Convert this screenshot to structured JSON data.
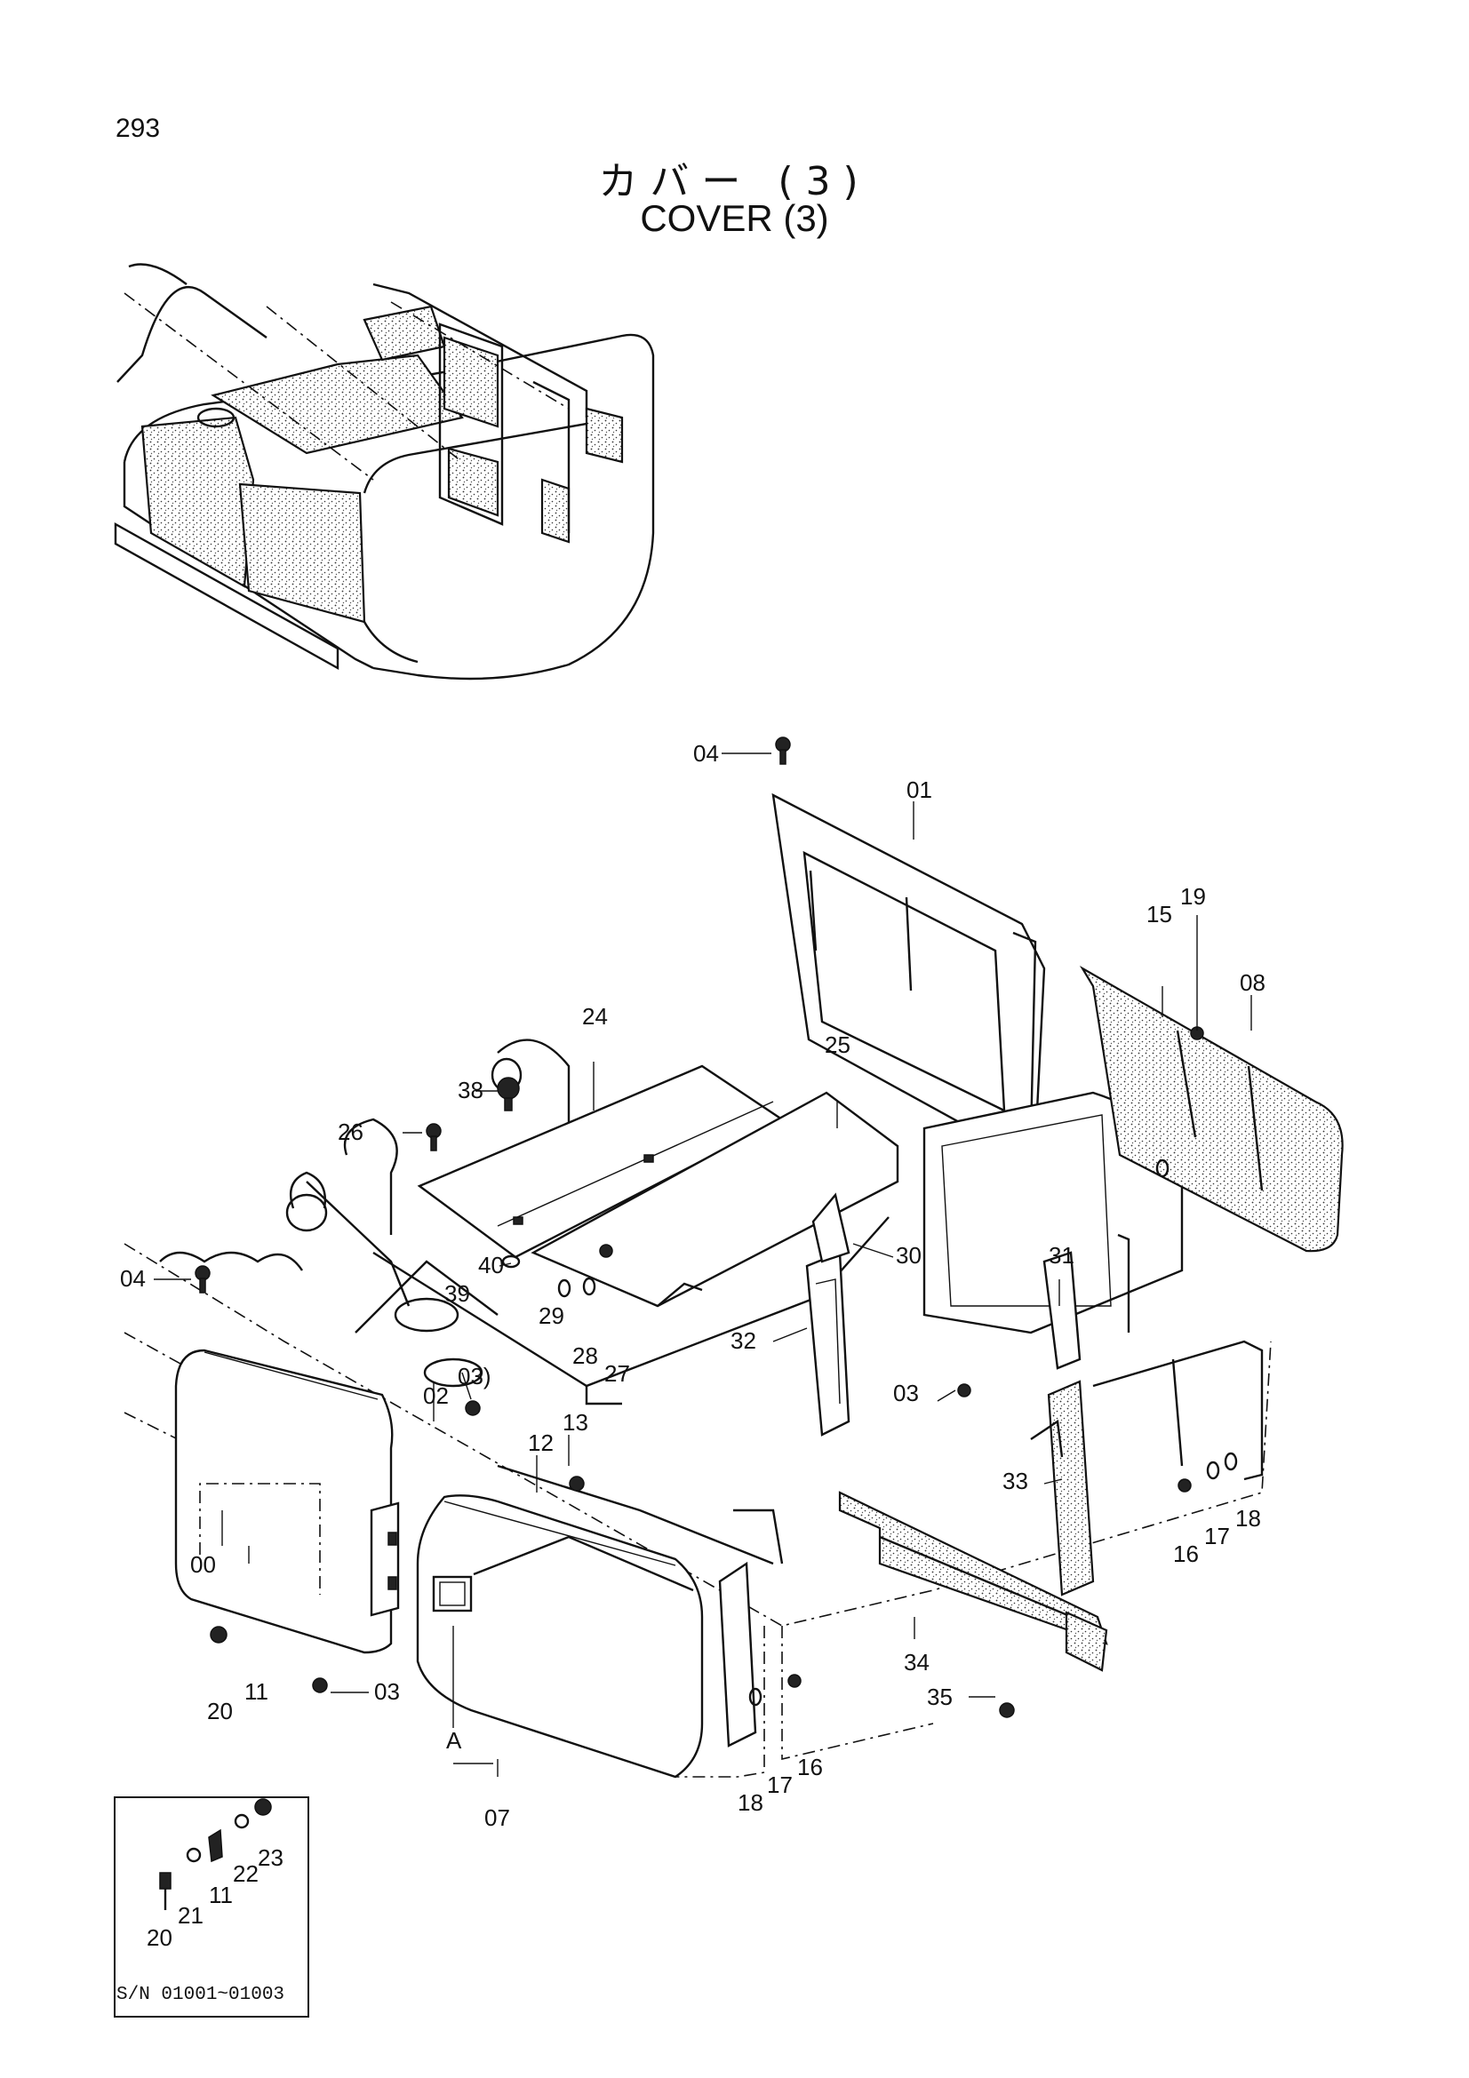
{
  "page_number": "293",
  "title_jp": "カバー (3)",
  "title_en": "COVER (3)",
  "labels": {
    "l04a": "04",
    "l01": "01",
    "l15": "15",
    "l19": "19",
    "l08": "08",
    "l24": "24",
    "l38": "38",
    "l25": "25",
    "l26": "26",
    "l30": "30",
    "l40": "40",
    "l39": "39",
    "l29": "29",
    "l28": "28",
    "l27": "27",
    "l31": "31",
    "l04b": "04",
    "l32": "32",
    "l03a": "03)",
    "l02": "02",
    "l03b": "03",
    "l13": "13",
    "l12": "12",
    "l33": "33",
    "l16a": "16",
    "l17a": "17",
    "l18a": "18",
    "l00": "00",
    "l11a": "11",
    "l20a": "20",
    "l03c": "03",
    "l34": "34",
    "l35": "35",
    "lA": "A",
    "l07": "07",
    "l18b": "18",
    "l17b": "17",
    "l16b": "16"
  },
  "inset": {
    "labels": {
      "l20": "20",
      "l21": "21",
      "l11": "11",
      "l22": "22",
      "l23": "23"
    },
    "serial": "S/N 01001~01003"
  }
}
